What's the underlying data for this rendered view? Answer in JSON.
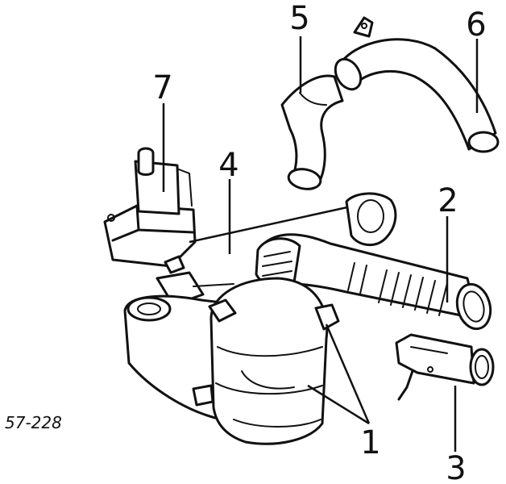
{
  "figure": {
    "reference_code": "57-228",
    "callouts": [
      {
        "id": "1",
        "label": "1"
      },
      {
        "id": "2",
        "label": "2"
      },
      {
        "id": "3",
        "label": "3"
      },
      {
        "id": "4",
        "label": "4"
      },
      {
        "id": "5",
        "label": "5"
      },
      {
        "id": "6",
        "label": "6"
      },
      {
        "id": "7",
        "label": "7"
      }
    ]
  }
}
